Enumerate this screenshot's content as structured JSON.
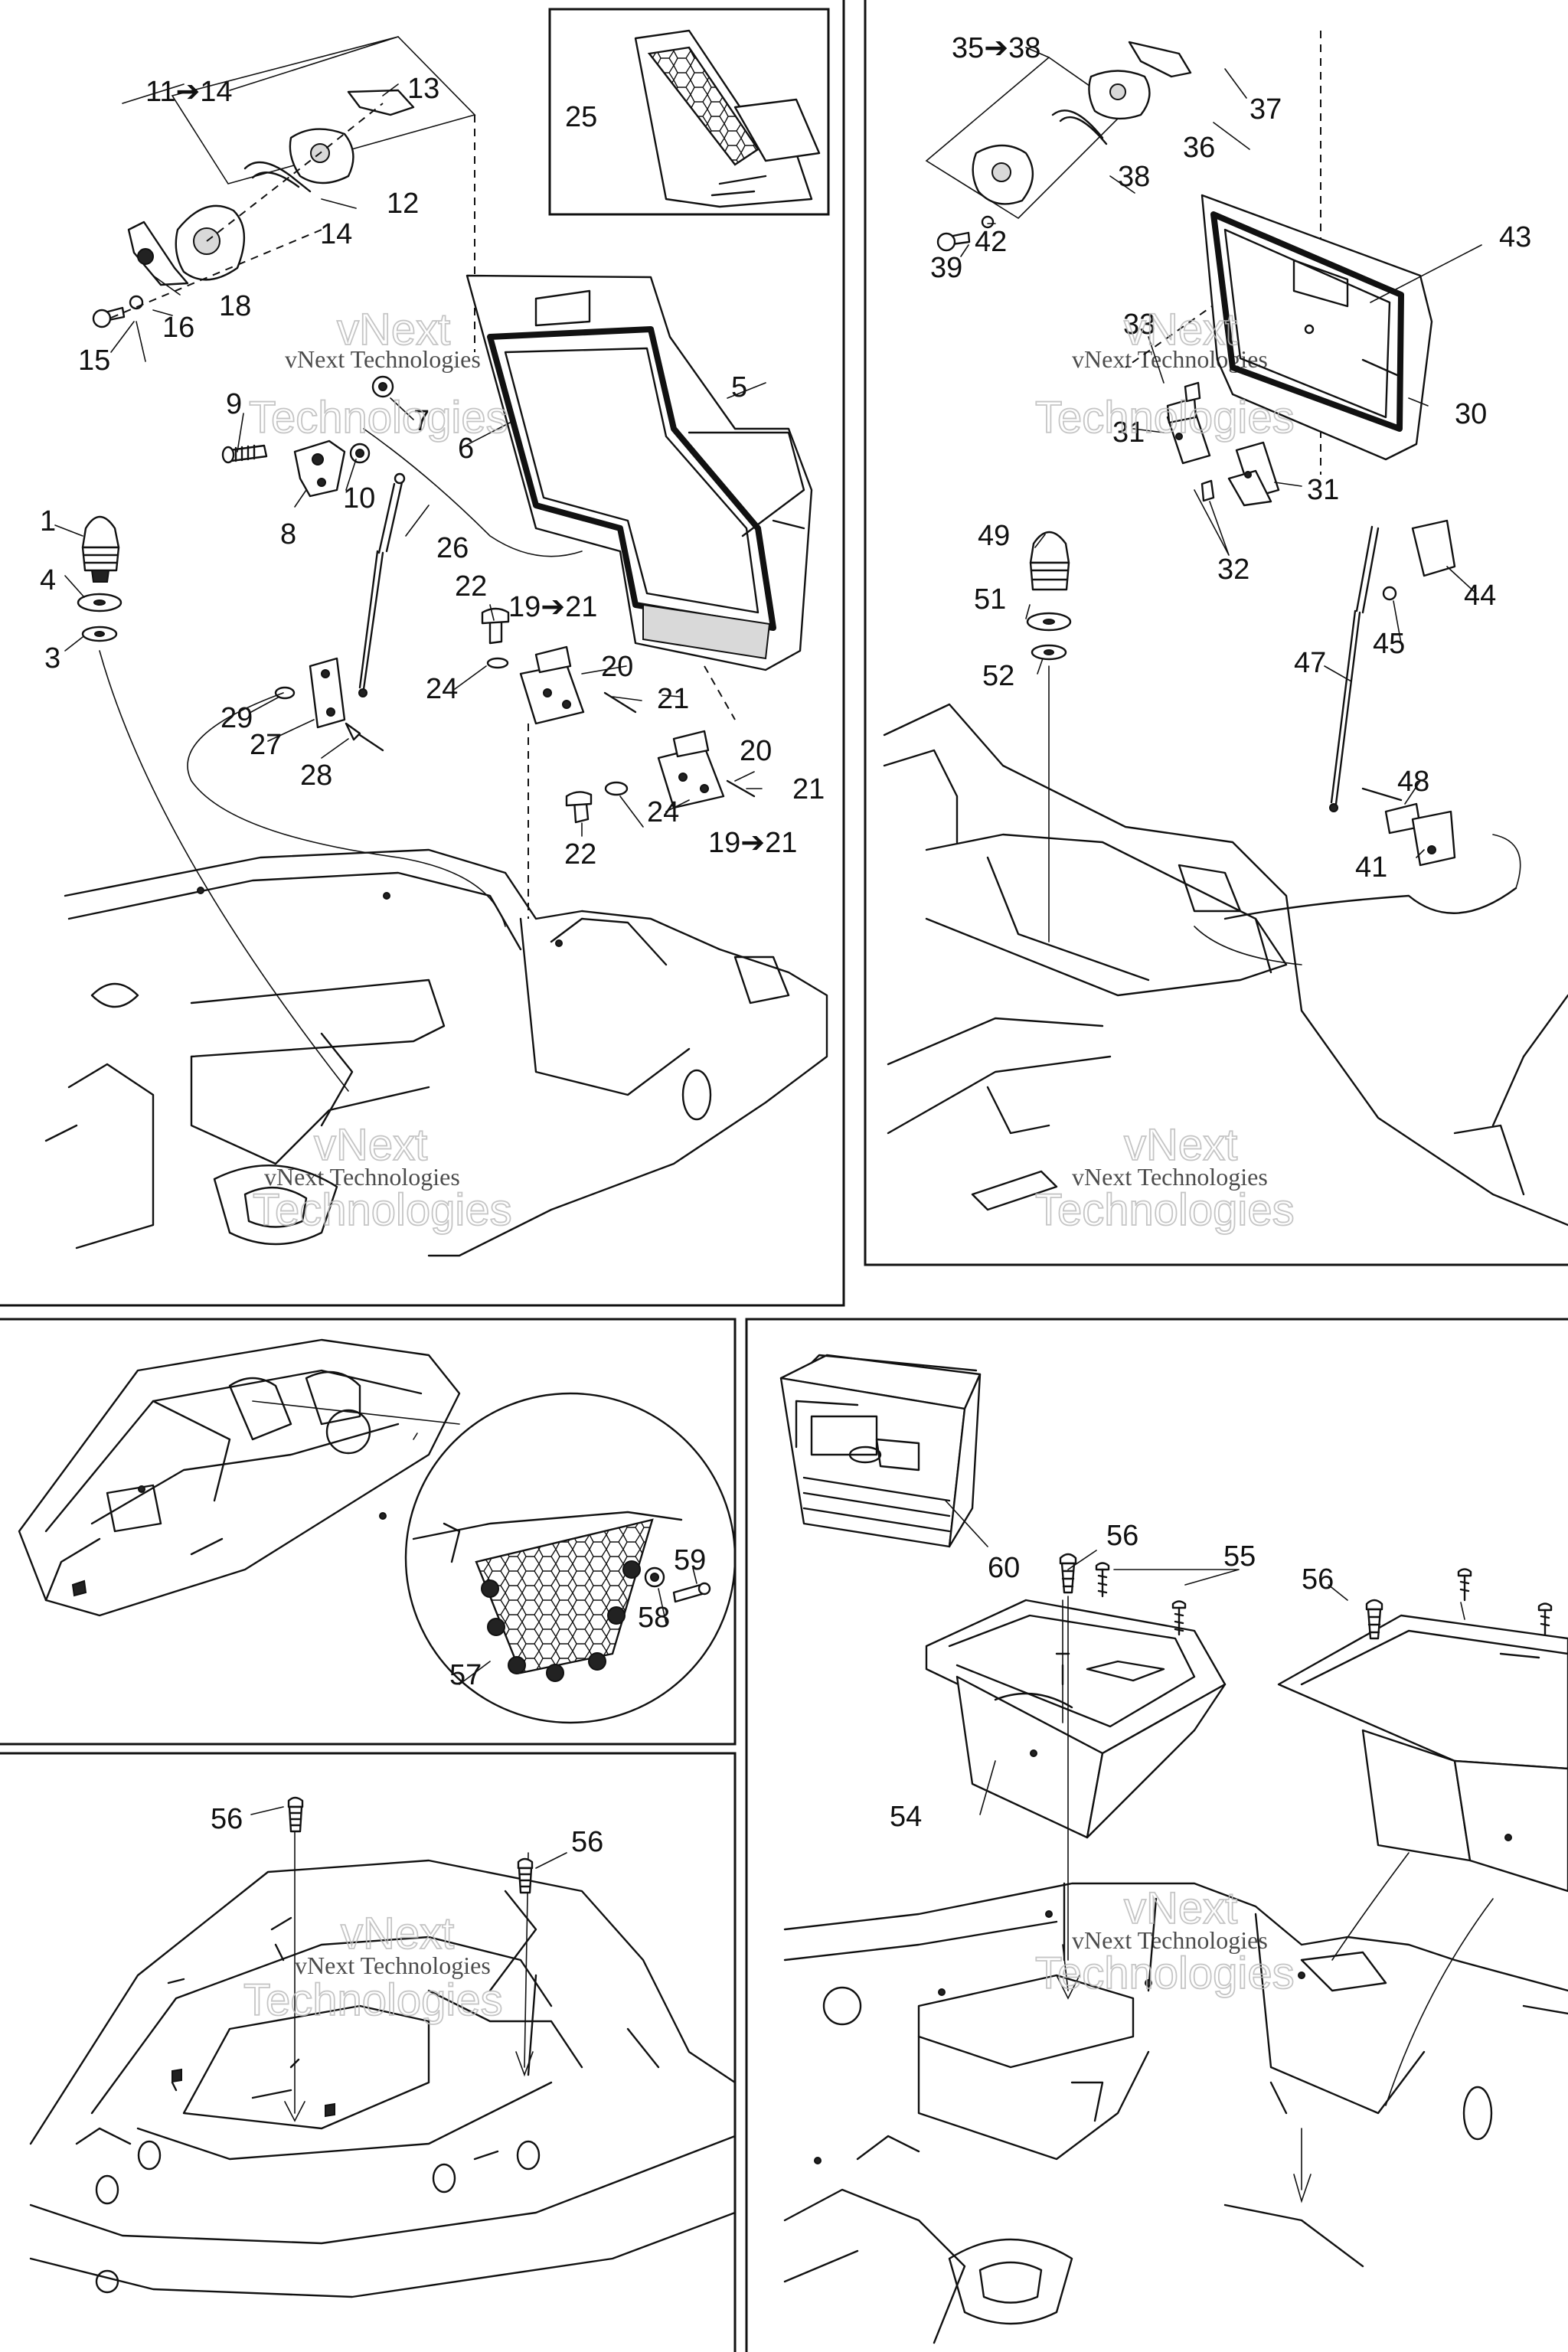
{
  "watermark": {
    "line1": "vNext Technologies",
    "line2a": "vNext",
    "line2b": "Technologies"
  },
  "labels": {
    "p1": "1",
    "p3": "3",
    "p4": "4",
    "p5": "5",
    "p6": "6",
    "p7": "7",
    "p8": "8",
    "p9": "9",
    "p10": "10",
    "p11_14": "11➔14",
    "p12": "12",
    "p13": "13",
    "p14": "14",
    "p15": "15",
    "p16": "16",
    "p18": "18",
    "p19_21": "19➔21",
    "p20": "20",
    "p21": "21",
    "p22": "22",
    "p24": "24",
    "p25": "25",
    "p26": "26",
    "p27": "27",
    "p28": "28",
    "p29": "29",
    "p30": "30",
    "p31": "31",
    "p32": "32",
    "p33": "33",
    "p35_38": "35➔38",
    "p36": "36",
    "p37": "37",
    "p38": "38",
    "p39": "39",
    "p41": "41",
    "p42": "42",
    "p43": "43",
    "p44": "44",
    "p45": "45",
    "p47": "47",
    "p48": "48",
    "p49": "49",
    "p51": "51",
    "p52": "52",
    "p54": "54",
    "p55": "55",
    "p56": "56",
    "p57": "57",
    "p58": "58",
    "p59": "59",
    "p60": "60"
  }
}
